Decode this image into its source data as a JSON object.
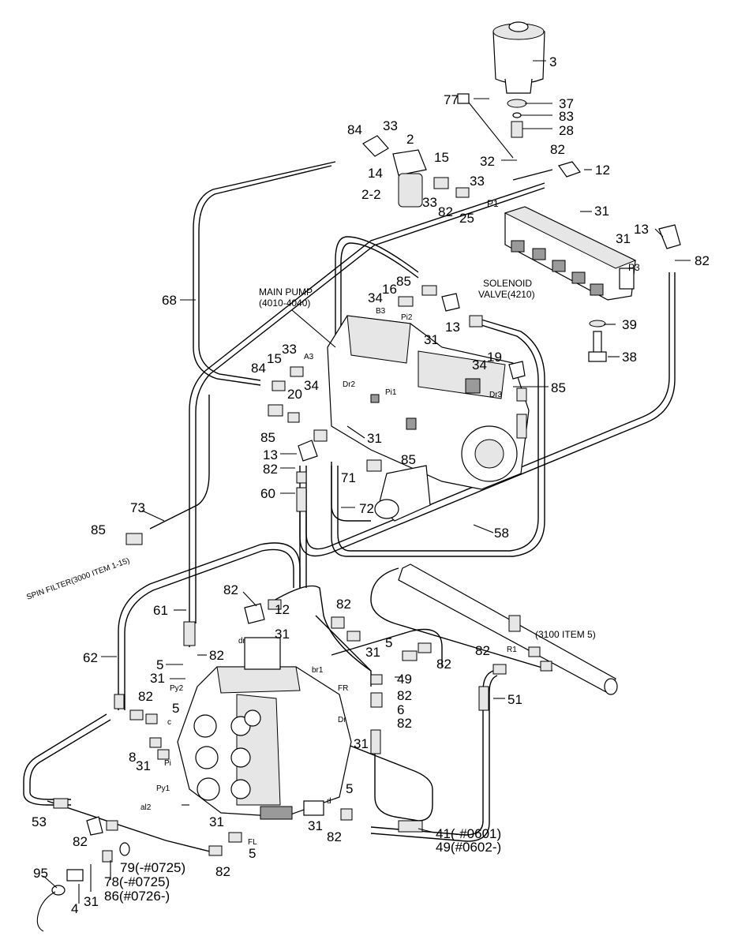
{
  "callouts": [
    "3",
    "77",
    "37",
    "83",
    "28",
    "84",
    "33",
    "2",
    "32",
    "82",
    "12",
    "15",
    "33",
    "14",
    "2-2",
    "33",
    "82",
    "25",
    "P1",
    "31",
    "13",
    "31",
    "P3",
    "82",
    "68",
    "34",
    "16",
    "85",
    "B3",
    "Pi2",
    "13",
    "39",
    "31",
    "38",
    "A3",
    "84",
    "15",
    "33",
    "19",
    "34",
    "Dr3",
    "85",
    "20",
    "34",
    "Dr2",
    "Pi1",
    "85",
    "31",
    "13",
    "82",
    "71",
    "85",
    "60",
    "72",
    "73",
    "85",
    "58",
    "82",
    "12",
    "31",
    "61",
    "62",
    "5",
    "82",
    "31",
    "Py2",
    "5",
    "82",
    "8",
    "31",
    "Pi",
    "53",
    "82",
    "Py1",
    "31",
    "FL",
    "82",
    "5",
    "95",
    "4",
    "31",
    "82",
    "49",
    "31",
    "82",
    "6",
    "82",
    "31",
    "Dr",
    "5",
    "31",
    "82",
    "dr",
    "br1",
    "FR",
    "c",
    "al2",
    "d",
    "82",
    "R1",
    "51"
  ],
  "labels": {
    "main_pump_line1": "MAIN PUMP",
    "main_pump_line2": "(4010-4040)",
    "solenoid_line1": "SOLENOID",
    "solenoid_line2": "VALVE(4210)",
    "item_3100": "(3100 ITEM 5)",
    "spin_filter": "SPIN FILTER(3000 ITEM 1-15)",
    "l79": "79(-#0725)",
    "l78": "78(-#0725)",
    "l86": "86(#0726-)",
    "l41": "41(-#0601)",
    "l49": "49(#0602-)"
  }
}
